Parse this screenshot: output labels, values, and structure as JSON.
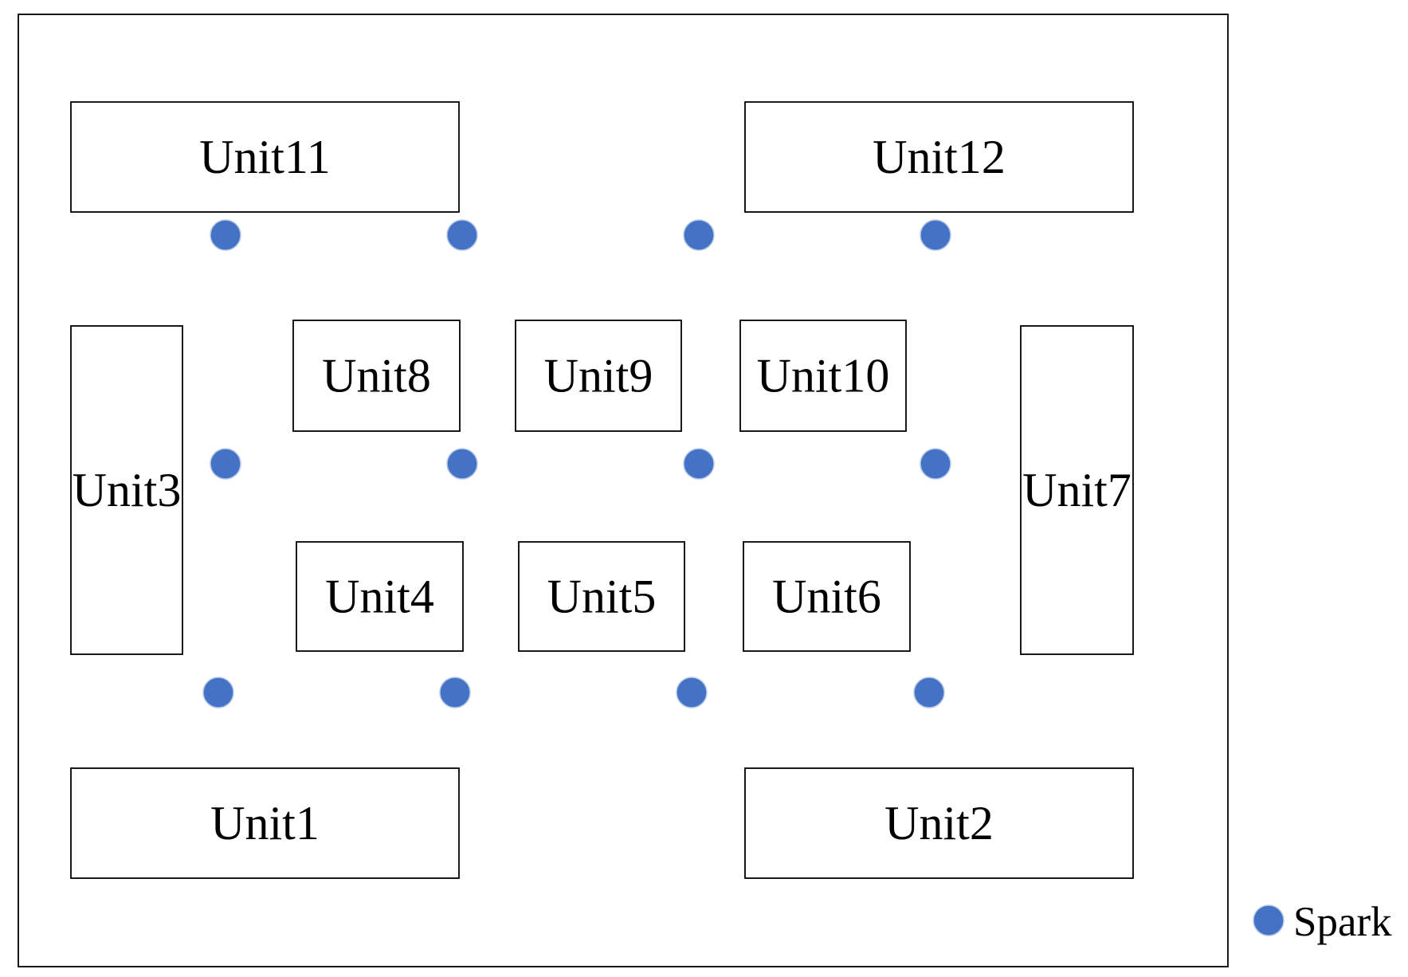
{
  "units": [
    {
      "id": "unit11",
      "label": "Unit11"
    },
    {
      "id": "unit12",
      "label": "Unit12"
    },
    {
      "id": "unit3",
      "label": "Unit3"
    },
    {
      "id": "unit8",
      "label": "Unit8"
    },
    {
      "id": "unit9",
      "label": "Unit9"
    },
    {
      "id": "unit10",
      "label": "Unit10"
    },
    {
      "id": "unit7",
      "label": "Unit7"
    },
    {
      "id": "unit4",
      "label": "Unit4"
    },
    {
      "id": "unit5",
      "label": "Unit5"
    },
    {
      "id": "unit6",
      "label": "Unit6"
    },
    {
      "id": "unit1",
      "label": "Unit1"
    },
    {
      "id": "unit2",
      "label": "Unit2"
    }
  ],
  "legend": {
    "spark_label": "Spark"
  },
  "colors": {
    "spark": "#4472c4",
    "spark_outline": "#b4c7e7",
    "line": "#000000",
    "background": "#ffffff"
  }
}
